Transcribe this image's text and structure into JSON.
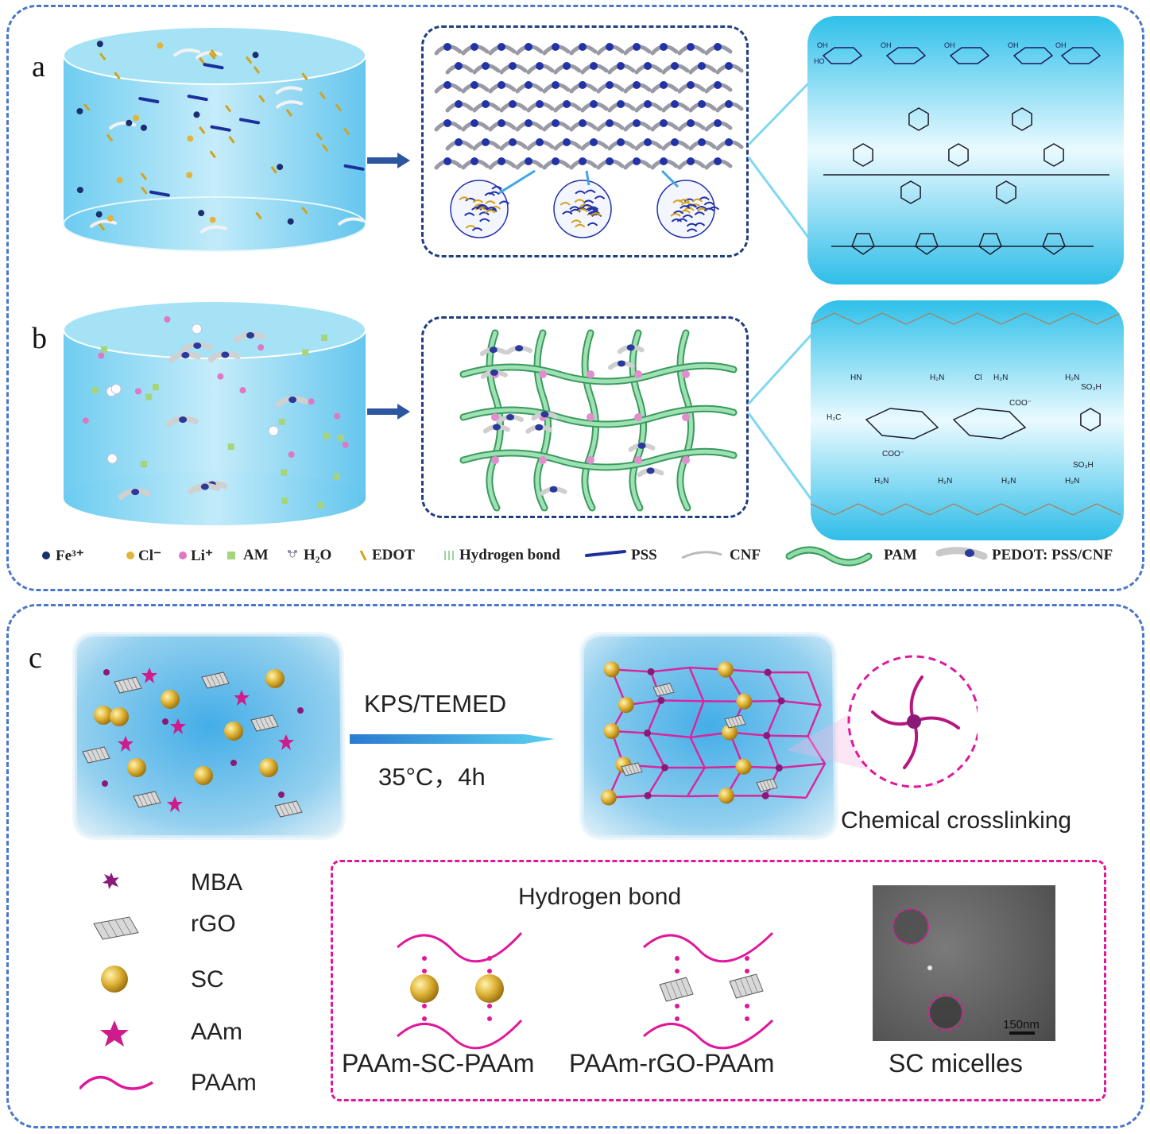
{
  "panels": {
    "a": {
      "letter": "a"
    },
    "b": {
      "letter": "b"
    },
    "c": {
      "letter": "c"
    }
  },
  "legend_ab": {
    "fe": "Fe³⁺",
    "cl": "Cl⁻",
    "li": "Li⁺",
    "am": "AM",
    "h2o": "H₂O",
    "edot": "EDOT",
    "hbond": "Hydrogen bond",
    "pss": "PSS",
    "cnf": "CNF",
    "pam": "PAM",
    "pedot": "PEDOT: PSS/CNF"
  },
  "panel_c": {
    "reagent": "KPS/TEMED",
    "conditions": "35°C，4h",
    "crosslink_caption": "Chemical crosslinking",
    "legend": [
      "MBA",
      "rGO",
      "SC",
      "AAm",
      "PAAm"
    ],
    "hbond_title": "Hydrogen bond",
    "pair1": "PAAm-SC-PAAm",
    "pair2": "PAAm-rGO-PAAm",
    "micelles": "SC micelles",
    "scale_bar": "150nm"
  },
  "chem_labels": {
    "oh": "OH",
    "ho": "HO",
    "so3h": "SO₃H",
    "h2n": "H₂N",
    "hn": "HN",
    "h2c": "H₂C",
    "coo": "COO⁻",
    "cl": "Cl"
  },
  "colors": {
    "frame": "#4a78c8",
    "zoom_frame": "#1f3f80",
    "magenta": "#e0179a",
    "gold": "#d4a21c",
    "pam_green": "#6fc48a",
    "pss_blue": "#1c2f9a",
    "cyan": "#3fc4e8"
  }
}
